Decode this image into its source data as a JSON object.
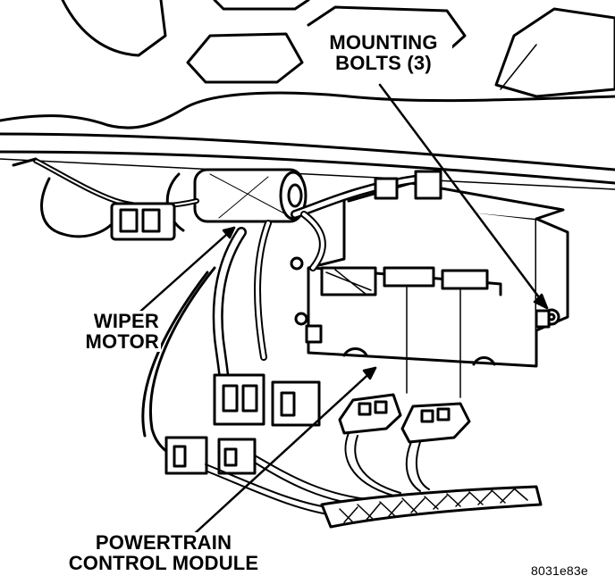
{
  "callouts": {
    "mounting_bolts_line1": "MOUNTING",
    "mounting_bolts_line2": "BOLTS (3)",
    "wiper_motor_line1": "WIPER",
    "wiper_motor_line2": "MOTOR",
    "pcm_line1": "POWERTRAIN",
    "pcm_line2": "CONTROL MODULE"
  },
  "figure_id": "8031e83e",
  "colors": {
    "ink": "#000000",
    "paper": "#ffffff"
  }
}
